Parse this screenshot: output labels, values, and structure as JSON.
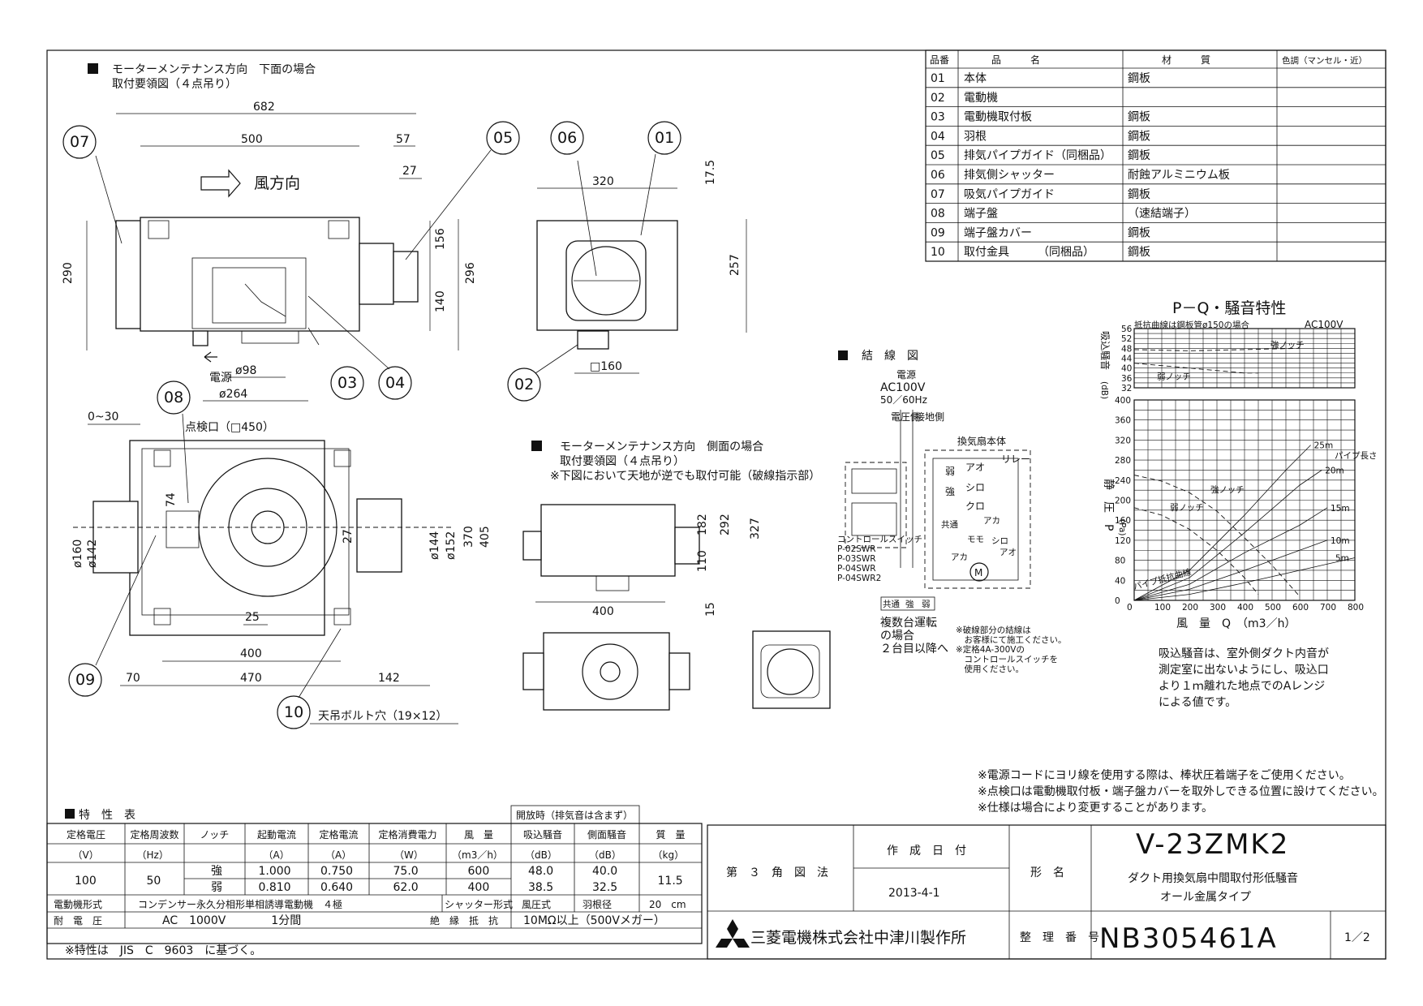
{
  "left_view": {
    "heading": "モーターメンテナンス方向　下面の場合",
    "sub": "取付要領図（４点吊り）",
    "dims": {
      "d682": "682",
      "d500": "500",
      "d57": "57",
      "d27": "27",
      "d290": "290",
      "d156": "156",
      "d296": "296",
      "d140": "140",
      "d98": "ø98",
      "d264": "ø264",
      "d320": "320",
      "d17_5": "17.5",
      "d257": "257",
      "d160": "□160"
    },
    "airflow_label": "風方向",
    "power_label": "電源",
    "callouts": [
      "07",
      "05",
      "06",
      "01",
      "03",
      "04",
      "02"
    ]
  },
  "bottom_view": {
    "dims": {
      "d0_30": "0~30",
      "inspect": "点検口（□450）",
      "d74": "74",
      "d160": "ø160",
      "d142": "ø142",
      "d27": "27",
      "d144": "ø144",
      "d152": "ø152",
      "d370": "370",
      "d405": "405",
      "d25": "25",
      "d400": "400",
      "d70": "70",
      "d470": "470",
      "d142b": "142"
    },
    "bolt_label": "天吊ボルト穴（19×12）",
    "callouts": [
      "08",
      "09",
      "10"
    ]
  },
  "side_view": {
    "heading": "モーターメンテナンス方向　側面の場合",
    "sub": "取付要領図（４点吊り）",
    "note": "※下図において天地が逆でも取付可能（破線指示部）",
    "dims": {
      "d110": "110",
      "d182": "182",
      "d292": "292",
      "d327": "327",
      "d400": "400",
      "d15": "15"
    }
  },
  "parts_table": {
    "headers": [
      "品番",
      "品　　　名",
      "材　　　質",
      "色調（マンセル・近）"
    ],
    "rows": [
      [
        "01",
        "本体",
        "鋼板",
        ""
      ],
      [
        "02",
        "電動機",
        "",
        ""
      ],
      [
        "03",
        "電動機取付板",
        "鋼板",
        ""
      ],
      [
        "04",
        "羽根",
        "鋼板",
        ""
      ],
      [
        "05",
        "排気パイプガイド（同梱品）",
        "鋼板",
        ""
      ],
      [
        "06",
        "排気側シャッター",
        "耐蝕アルミニウム板",
        ""
      ],
      [
        "07",
        "吸気パイプガイド",
        "鋼板",
        ""
      ],
      [
        "08",
        "端子盤",
        "（速結端子）",
        ""
      ],
      [
        "09",
        "端子盤カバー",
        "鋼板",
        ""
      ],
      [
        "10",
        "取付金具　　　（同梱品）",
        "鋼板",
        ""
      ]
    ]
  },
  "wiring": {
    "title": "結　線　図",
    "power": "電源",
    "ac": "AC100V",
    "hz": "50／60Hz",
    "voltage_side": "電圧側",
    "ground_side": "接地側",
    "unit": "換気扇本体",
    "switch_labels": [
      "コントロールスイッチ",
      "P-02SWR",
      "P-03SWR",
      "P-04SWR",
      "P-04SWR2"
    ],
    "terminals": [
      "共通",
      "強",
      "弱"
    ],
    "wire_labels": [
      "弱",
      "強",
      "共通",
      "アオ",
      "シロ",
      "クロ",
      "アカ",
      "モモ",
      "リレー",
      "シロ",
      "アオ",
      "アカ"
    ],
    "multi": [
      "複数台運転",
      "の場合",
      "２台目以降へ"
    ],
    "notes": [
      "※破線部分の結線は",
      "　お客様にて施工ください。",
      "※定格4A-300Vの",
      "　コントロールスイッチを",
      "　使用ください。"
    ],
    "strong": "強",
    "weak": "弱"
  },
  "chart_data": {
    "type": "line",
    "title": "P－Q・騒音特性",
    "subtitle": "抵抗曲線は鋼板管ø150の場合",
    "voltage": "AC100V",
    "xlabel": "風　量　Q　（m3／h）",
    "ylabel_static": "静　圧　P",
    "ylabel_static_unit": "(Pa)",
    "ylabel_noise": "吸込騒音",
    "ylabel_noise_unit": "(dB)",
    "x_ticks": [
      0,
      100,
      200,
      300,
      400,
      500,
      600,
      700,
      800
    ],
    "y_ticks": [
      0,
      40,
      80,
      120,
      160,
      200,
      240,
      280,
      320,
      360,
      400
    ],
    "noise_ticks": [
      32,
      36,
      40,
      44,
      48,
      52,
      56
    ],
    "xlim": [
      0,
      800
    ],
    "ylim": [
      0,
      400
    ],
    "noise_lim": [
      32,
      56
    ],
    "series": [
      {
        "name": "強ノッチ",
        "dashed": true,
        "points": [
          [
            0,
            250
          ],
          [
            100,
            238
          ],
          [
            200,
            215
          ],
          [
            300,
            178
          ],
          [
            400,
            125
          ],
          [
            500,
            70
          ],
          [
            600,
            8
          ]
        ]
      },
      {
        "name": "弱ノッチ",
        "dashed": true,
        "points": [
          [
            0,
            185
          ],
          [
            100,
            170
          ],
          [
            200,
            142
          ],
          [
            300,
            100
          ],
          [
            400,
            45
          ],
          [
            450,
            12
          ]
        ]
      }
    ],
    "noise_series": [
      {
        "name": "強ノッチ",
        "points": [
          [
            0,
            47.5
          ],
          [
            200,
            47
          ],
          [
            400,
            47.5
          ],
          [
            600,
            48
          ]
        ]
      },
      {
        "name": "弱ノッチ",
        "points": [
          [
            0,
            42
          ],
          [
            200,
            40
          ],
          [
            400,
            38
          ],
          [
            450,
            38
          ]
        ]
      }
    ],
    "resistance_curves": [
      {
        "name": "5m",
        "points": [
          [
            0,
            0
          ],
          [
            200,
            12
          ],
          [
            400,
            35
          ],
          [
            600,
            60
          ],
          [
            800,
            85
          ]
        ]
      },
      {
        "name": "10m",
        "points": [
          [
            0,
            0
          ],
          [
            200,
            22
          ],
          [
            400,
            60
          ],
          [
            600,
            100
          ],
          [
            700,
            120
          ]
        ]
      },
      {
        "name": "15m",
        "points": [
          [
            0,
            0
          ],
          [
            200,
            32
          ],
          [
            400,
            95
          ],
          [
            600,
            150
          ],
          [
            700,
            185
          ]
        ]
      },
      {
        "name": "20m",
        "points": [
          [
            0,
            0
          ],
          [
            200,
            45
          ],
          [
            400,
            135
          ],
          [
            600,
            230
          ],
          [
            680,
            260
          ]
        ]
      },
      {
        "name": "25m",
        "points": [
          [
            0,
            0
          ],
          [
            200,
            60
          ],
          [
            400,
            170
          ],
          [
            550,
            260
          ],
          [
            640,
            310
          ]
        ]
      }
    ],
    "pipe_length_label": "パイプ長さ",
    "pipe_resistance_label": "パイプ抵抗曲線"
  },
  "noise_note": [
    "吸込騒音は、室外側ダクト内音が",
    "測定室に出ないようにし、吸込口",
    "より１ｍ離れた地点でのAレンジ",
    "による値です。"
  ],
  "footer_notes": [
    "※電源コードにヨリ線を使用する際は、棒状圧着端子をご使用ください。",
    "※点検口は電動機取付板・端子盤カバーを取外しできる位置に設けてください。",
    "※仕様は場合により変更することがあります。"
  ],
  "spec_table": {
    "title": "特　性　表",
    "open_note": "開放時（排気音は含まず）",
    "headers": [
      "定格電圧",
      "定格周波数",
      "ノッチ",
      "起動電流",
      "定格電流",
      "定格消費電力",
      "風　量",
      "吸込騒音",
      "側面騒音",
      "質　量"
    ],
    "units": [
      "（V）",
      "（Hz）",
      "",
      "（A）",
      "（A）",
      "（W）",
      "（m3／h）",
      "（dB）",
      "（dB）",
      "（kg）"
    ],
    "voltage": "100",
    "frequency": "50",
    "rows": [
      [
        "強",
        "1.000",
        "0.750",
        "75.0",
        "600",
        "48.0",
        "40.0"
      ],
      [
        "弱",
        "0.810",
        "0.640",
        "62.0",
        "400",
        "38.5",
        "32.5"
      ]
    ],
    "mass": "11.5",
    "motor_label": "電動機形式",
    "motor_value": "コンデンサー永久分相形単相誘導電動機　４極",
    "shutter_label": "シャッター形式",
    "shutter_value": "風圧式",
    "blade_label": "羽根径",
    "blade_value": "20　cm",
    "withstand_label": "耐　電　圧",
    "withstand_value": "AC　1000V　　　　1分間",
    "insulation_label": "絶　縁　抵　抗",
    "insulation_value": "10MΩ以上（500Vメガー）",
    "footnote": "※特性は　JIS　C　9603　に基づく。"
  },
  "title_block": {
    "projection": "第　３　角　図　法",
    "created_label": "作　成　日　付",
    "created_date": "2013-4-1",
    "model_label": "形　名",
    "model": "V-23ZMK2",
    "desc1": "ダクト用換気扇中間取付形低騒音",
    "desc2": "オール金属タイプ",
    "company": "三菱電機株式会社中津川製作所",
    "serial_label": "整　理　番　号",
    "serial": "NB305461A",
    "page": "1／2"
  }
}
